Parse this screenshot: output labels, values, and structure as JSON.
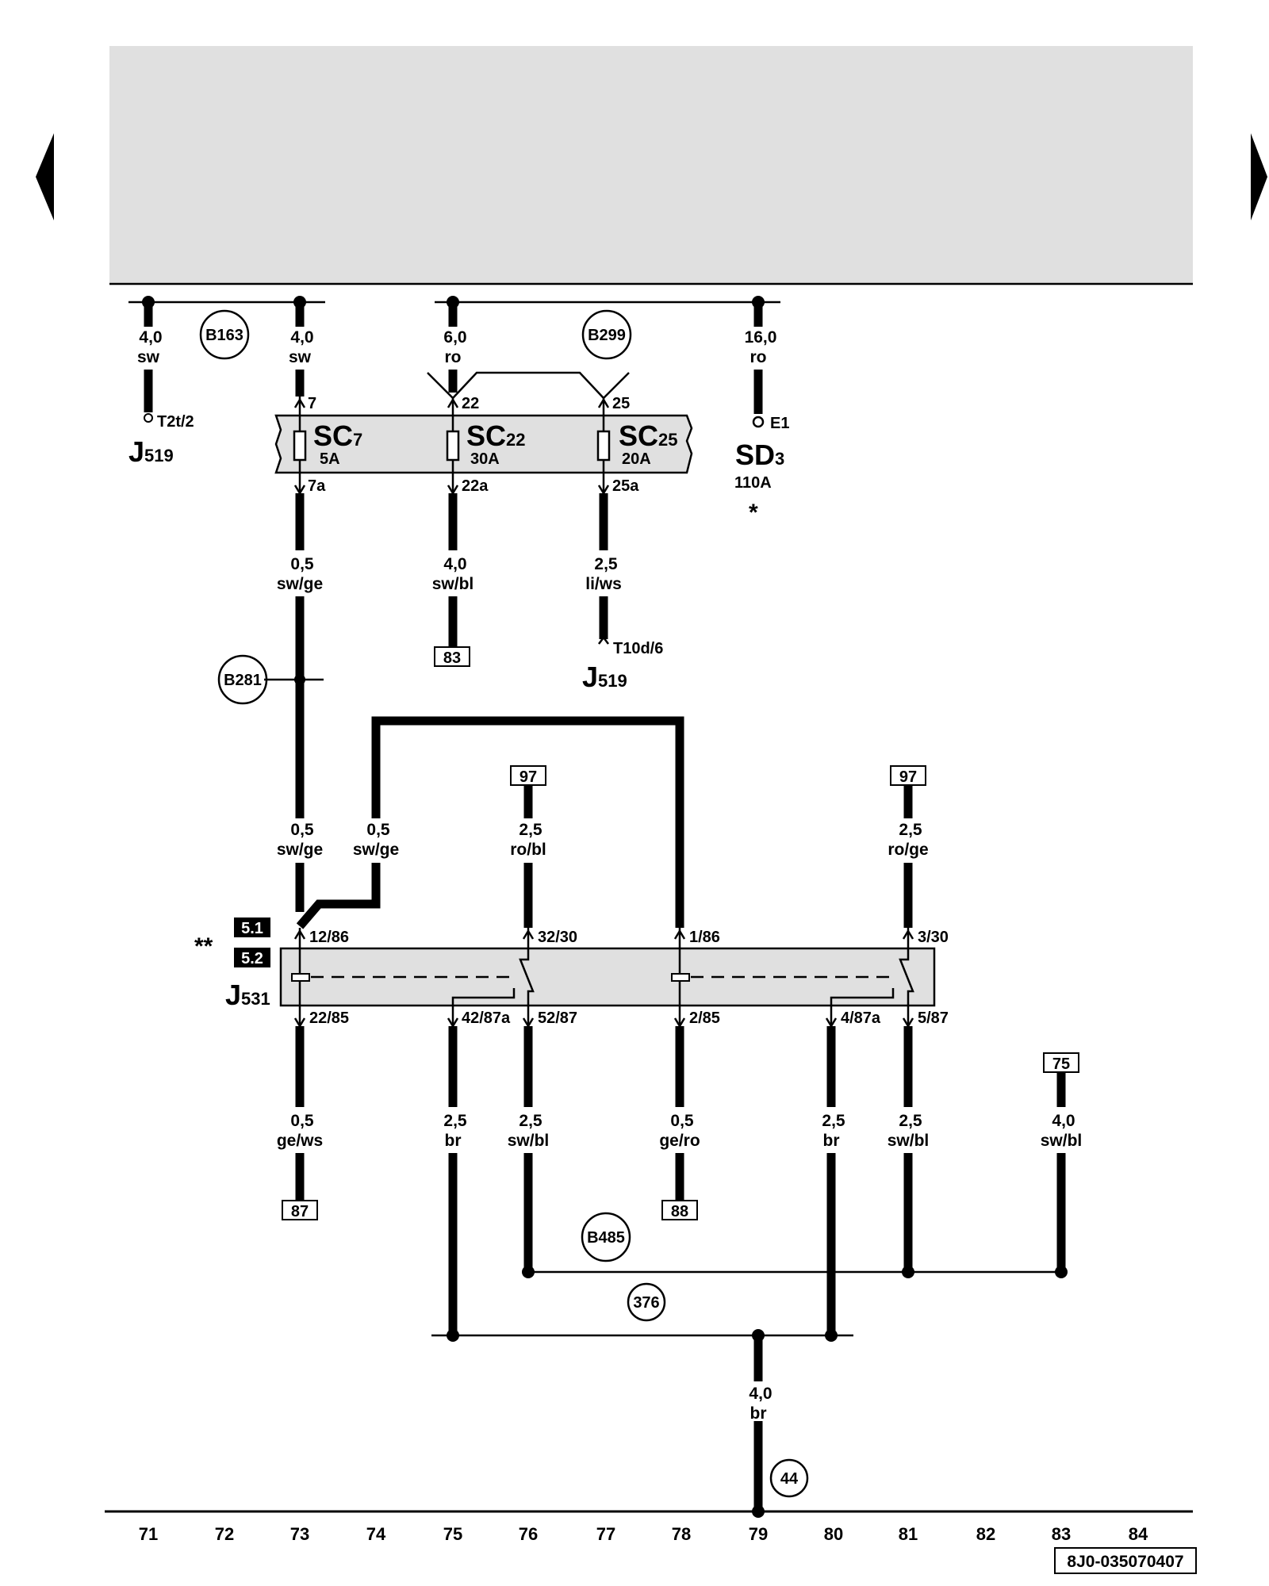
{
  "nav": {
    "prev_icon": "triangle-left-icon",
    "next_icon": "triangle-right-icon"
  },
  "wires": {
    "w1": {
      "gauge": "4,0",
      "color": "sw"
    },
    "w2": {
      "gauge": "4,0",
      "color": "sw"
    },
    "w3": {
      "gauge": "6,0",
      "color": "ro"
    },
    "w4": {
      "gauge": "16,0",
      "color": "ro"
    },
    "w5": {
      "gauge": "0,5",
      "color": "sw/ge"
    },
    "w6": {
      "gauge": "4,0",
      "color": "sw/bl"
    },
    "w7": {
      "gauge": "2,5",
      "color": "li/ws"
    },
    "w8": {
      "gauge": "0,5",
      "color": "sw/ge"
    },
    "w9": {
      "gauge": "0,5",
      "color": "sw/ge"
    },
    "w10": {
      "gauge": "2,5",
      "color": "ro/bl"
    },
    "w11": {
      "gauge": "2,5",
      "color": "ro/ge"
    },
    "w12": {
      "gauge": "0,5",
      "color": "ge/ws"
    },
    "w13": {
      "gauge": "2,5",
      "color": "br"
    },
    "w14": {
      "gauge": "2,5",
      "color": "sw/bl"
    },
    "w15": {
      "gauge": "0,5",
      "color": "ge/ro"
    },
    "w16": {
      "gauge": "2,5",
      "color": "br"
    },
    "w17": {
      "gauge": "2,5",
      "color": "sw/bl"
    },
    "w18": {
      "gauge": "4,0",
      "color": "sw/bl"
    },
    "w19": {
      "gauge": "4,0",
      "color": "br"
    }
  },
  "connections": [
    "B163",
    "B299",
    "B281",
    "B485",
    "376",
    "44"
  ],
  "pins": {
    "t2t2": "T2t/2",
    "p7": "7",
    "p22": "22",
    "p25": "25",
    "e1": "E1",
    "p7a": "7a",
    "p22a": "22a",
    "p25a": "25a",
    "t10d6": "T10d/6",
    "p12_86": "12/86",
    "p32_30": "32/30",
    "p1_86": "1/86",
    "p3_30": "3/30",
    "p22_85": "22/85",
    "p42_87a": "42/87a",
    "p52_87": "52/87",
    "p2_85": "2/85",
    "p4_87a": "4/87a",
    "p5_87": "5/87"
  },
  "components": {
    "j519_left": {
      "main": "J",
      "sub": "519"
    },
    "j519_mid": {
      "main": "J",
      "sub": "519"
    },
    "sc7": {
      "main": "SC",
      "sub": "7",
      "rating": "5A"
    },
    "sc22": {
      "main": "SC",
      "sub": "22",
      "rating": "30A"
    },
    "sc25": {
      "main": "SC",
      "sub": "25",
      "rating": "20A"
    },
    "sd3": {
      "main": "SD",
      "sub": "3",
      "rating": "110A",
      "note": "*"
    },
    "j531": {
      "main": "J",
      "sub": "531"
    }
  },
  "refs": {
    "r83": "83",
    "r97a": "97",
    "r97b": "97",
    "r75": "75",
    "r87": "87",
    "r88": "88",
    "b51": "5.1",
    "b52": "5.2",
    "stars": "**"
  },
  "axis": [
    "71",
    "72",
    "73",
    "74",
    "75",
    "76",
    "77",
    "78",
    "79",
    "80",
    "81",
    "82",
    "83",
    "84"
  ],
  "drawing_number": "8J0-035070407"
}
